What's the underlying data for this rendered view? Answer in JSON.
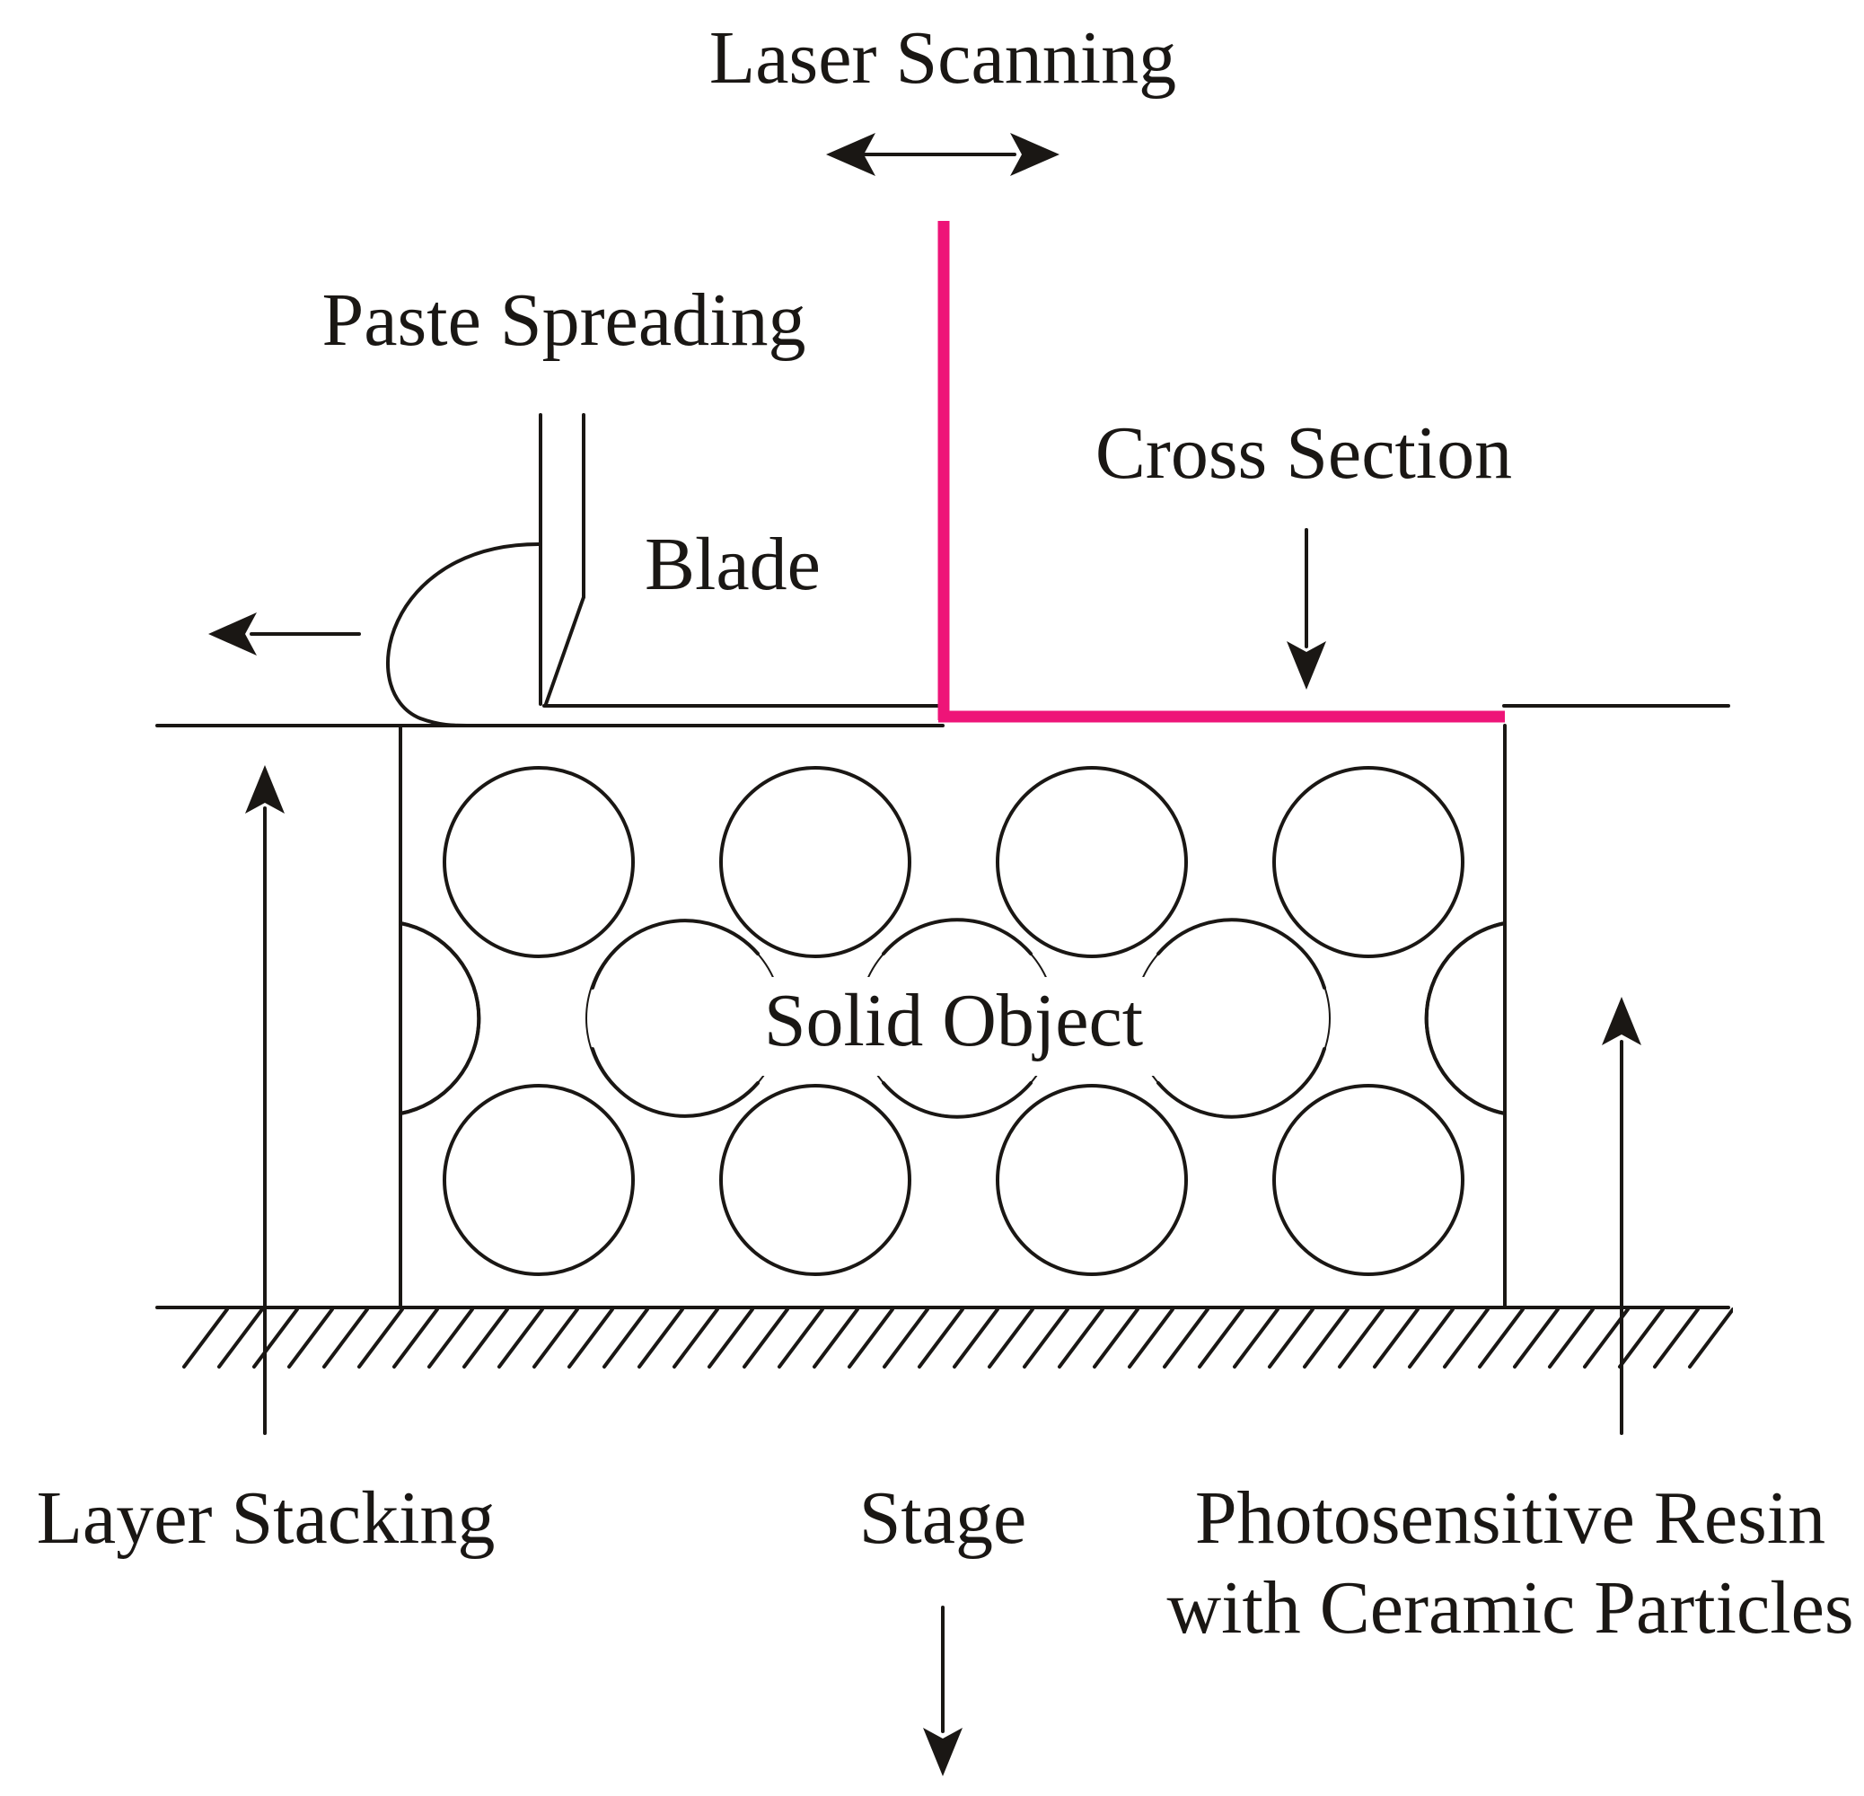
{
  "labels": {
    "laser_scanning": "Laser Scanning",
    "paste_spreading": "Paste Spreading",
    "cross_section": "Cross Section",
    "blade": "Blade",
    "solid_object": "Solid Object",
    "layer_stacking": "Layer Stacking",
    "stage": "Stage",
    "resin_line1": "Photosensitive Resin",
    "resin_line2": "with Ceramic Particles"
  },
  "colors": {
    "laser": "#ee1478",
    "ink": "#1a1714",
    "background": "#ffffff"
  }
}
